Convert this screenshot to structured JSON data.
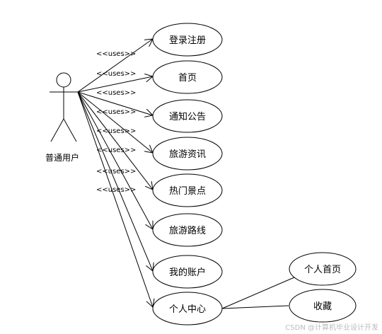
{
  "actor": {
    "name": "普通用户"
  },
  "stereotype": "<<uses>>",
  "use_cases": [
    {
      "id": "login",
      "label": "登录注册"
    },
    {
      "id": "home",
      "label": "首页"
    },
    {
      "id": "notice",
      "label": "通知公告"
    },
    {
      "id": "travel-news",
      "label": "旅游资讯"
    },
    {
      "id": "hot-spots",
      "label": "热门景点"
    },
    {
      "id": "travel-routes",
      "label": "旅游路线"
    },
    {
      "id": "my-account",
      "label": "我的账户"
    },
    {
      "id": "personal-center",
      "label": "个人中心"
    }
  ],
  "sub_use_cases": [
    {
      "id": "personal-home",
      "label": "个人首页"
    },
    {
      "id": "favorites",
      "label": "收藏"
    }
  ],
  "watermark": "CSDN @计算机毕业设计开发"
}
